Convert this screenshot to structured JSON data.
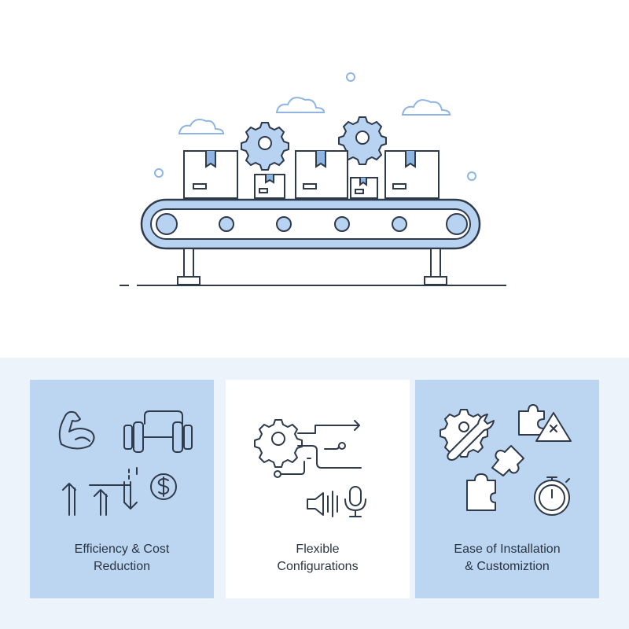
{
  "colors": {
    "line": "#2f3a4a",
    "accent_fill": "#b8d3f1",
    "accent_stroke": "#6f9bd2",
    "card_blue": "#bcd6f1",
    "band": "#edf3fb"
  },
  "hero": {
    "icons": [
      "conveyor-belt",
      "box",
      "gear",
      "cloud"
    ]
  },
  "cards": [
    {
      "label": "Efficiency & Cost\nReduction",
      "icons": [
        "muscle-icon",
        "dumbbell-icon",
        "up-arrows-icon",
        "down-arrow-icon",
        "dollar-coin-icon"
      ]
    },
    {
      "label": "Flexible\nConfigurations",
      "icons": [
        "gear-icon",
        "flow-arrow-icon",
        "speaker-icon",
        "microphone-icon"
      ]
    },
    {
      "label": "Ease of Installation\n& Customiztion",
      "icons": [
        "gear-wrench-icon",
        "puzzle-icon",
        "warning-icon",
        "stopwatch-icon"
      ]
    }
  ]
}
